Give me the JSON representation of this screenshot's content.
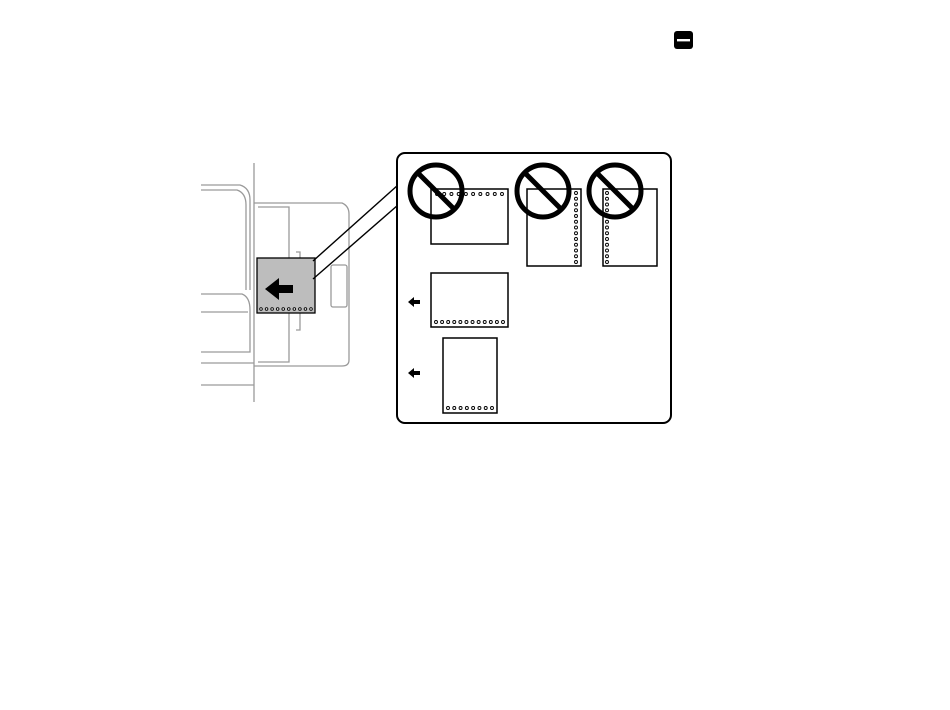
{
  "icons": {
    "top_right": "printer-tray-icon",
    "prohibited": "prohibited-icon",
    "feed_arrow": "left-arrow-icon"
  },
  "diagram": {
    "inset_options": [
      {
        "orientation": "landscape",
        "hole_edge": "top",
        "allowed": false
      },
      {
        "orientation": "portrait",
        "hole_edge": "right",
        "allowed": false
      },
      {
        "orientation": "portrait",
        "hole_edge": "left",
        "allowed": false
      },
      {
        "orientation": "landscape",
        "hole_edge": "bottom",
        "allowed": true,
        "feed_direction": "left"
      },
      {
        "orientation": "portrait",
        "hole_edge": "bottom",
        "allowed": true,
        "feed_direction": "left"
      }
    ],
    "loaded_paper": {
      "orientation": "landscape",
      "hole_edge": "bottom",
      "feed_direction": "left"
    }
  },
  "colors": {
    "stroke": "#000000",
    "tray_line": "#9a9a9a",
    "loaded_paper_fill": "#bdbdbd",
    "background": "#ffffff"
  }
}
